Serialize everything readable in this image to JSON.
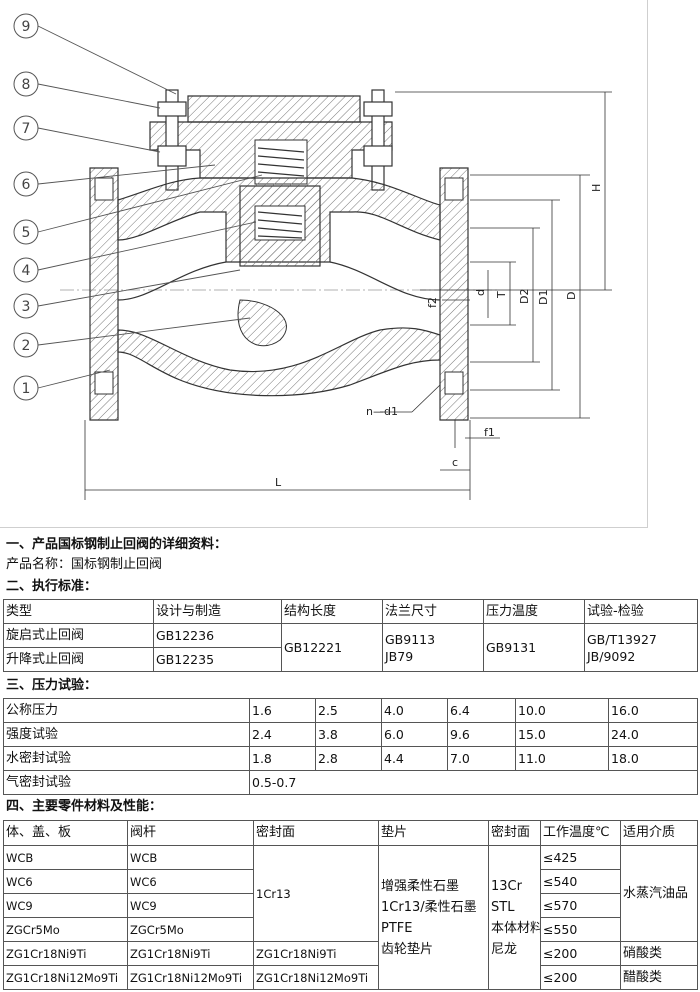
{
  "drawing": {
    "callouts": [
      "9",
      "8",
      "7",
      "6",
      "5",
      "4",
      "3",
      "2",
      "1"
    ],
    "dims": {
      "H": "H",
      "D": "D",
      "D1": "D1",
      "D2": "D2",
      "T": "T",
      "d": "d",
      "f2": "f2",
      "nd1": "n—d1",
      "f1": "f1",
      "c": "c",
      "L": "L"
    }
  },
  "section1": {
    "heading": "一、产品国标钢制止回阀的详细资料：",
    "product_name": "产品名称：国标钢制止回阀"
  },
  "section2": {
    "heading": "二、执行标准：",
    "headers": [
      "类型",
      "设计与制造",
      "结构长度",
      "法兰尺寸",
      "压力温度",
      "试验-检验"
    ],
    "rows": [
      {
        "type": "旋启式止回阀",
        "design": "GB12236"
      },
      {
        "type": "升降式止回阀",
        "design": "GB12235"
      }
    ],
    "length": "GB12221",
    "flange": [
      "GB9113",
      "JB79"
    ],
    "pressure_temp": "GB9131",
    "test": [
      "GB/T13927",
      "JB/9092"
    ]
  },
  "section3": {
    "heading": "三、压力试验：",
    "rows": [
      {
        "label": "公称压力",
        "values": [
          "1.6",
          "2.5",
          "4.0",
          "6.4",
          "10.0",
          "16.0"
        ]
      },
      {
        "label": "强度试验",
        "values": [
          "2.4",
          "3.8",
          "6.0",
          "9.6",
          "15.0",
          "24.0"
        ]
      },
      {
        "label": "水密封试验",
        "values": [
          "1.8",
          "2.8",
          "4.4",
          "7.0",
          "11.0",
          "18.0"
        ]
      },
      {
        "label": "气密封试验",
        "values": [
          "0.5-0.7"
        ]
      }
    ]
  },
  "section4": {
    "heading": "四、主要零件材料及性能：",
    "headers": [
      "体、盖、板",
      "阀杆",
      "密封面",
      "垫片",
      "密封面",
      "工作温度℃",
      "适用介质"
    ],
    "rows": [
      {
        "body": "WCB",
        "stem": "WCB",
        "temp": "≤425"
      },
      {
        "body": "WC6",
        "stem": "WC6",
        "temp": "≤540"
      },
      {
        "body": "WC9",
        "stem": "WC9",
        "temp": "≤570"
      },
      {
        "body": "ZGCr5Mo",
        "stem": "ZGCr5Mo",
        "temp": "≤550"
      },
      {
        "body": "ZG1Cr18Ni9Ti",
        "stem": "ZG1Cr18Ni9Ti",
        "seal": "ZG1Cr18Ni9Ti",
        "temp": "≤200",
        "medium": "硝酸类"
      },
      {
        "body": "ZG1Cr18Ni12Mo9Ti",
        "stem": "ZG1Cr18Ni12Mo9Ti",
        "seal": "ZG1Cr18Ni12Mo9Ti",
        "temp": "≤200",
        "medium": "醋酸类"
      }
    ],
    "seal_merged": "1Cr13",
    "gasket": [
      "增强柔性石墨",
      "1Cr13/柔性石墨",
      "PTFE",
      "齿轮垫片"
    ],
    "seal2": [
      "13Cr",
      "STL",
      "本体材料",
      "尼龙"
    ],
    "medium_merged": "水蒸汽油品"
  }
}
